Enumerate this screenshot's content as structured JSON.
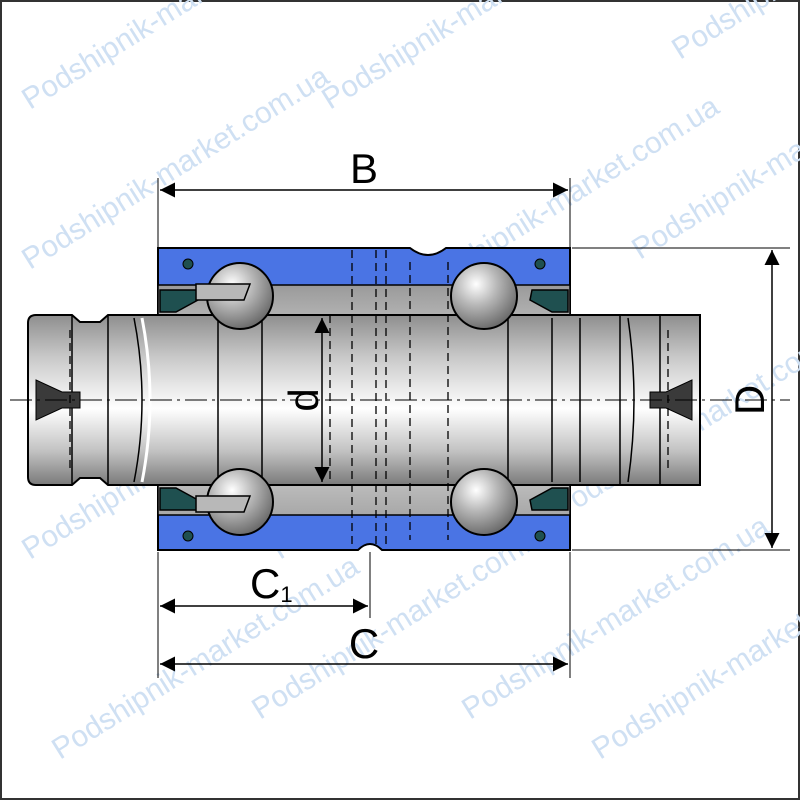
{
  "diagram": {
    "dimensions": {
      "B": "B",
      "C": "C",
      "C1": {
        "main": "C",
        "sub": "1"
      },
      "d": "d",
      "D": "D"
    },
    "watermark_text": "Podshipnik-market.com.ua",
    "colors": {
      "housing": "#4a74e4",
      "outline": "#000000",
      "ball_dark": "#707070",
      "seal": "#1f5050",
      "watermark": "#cfe0f3"
    }
  }
}
